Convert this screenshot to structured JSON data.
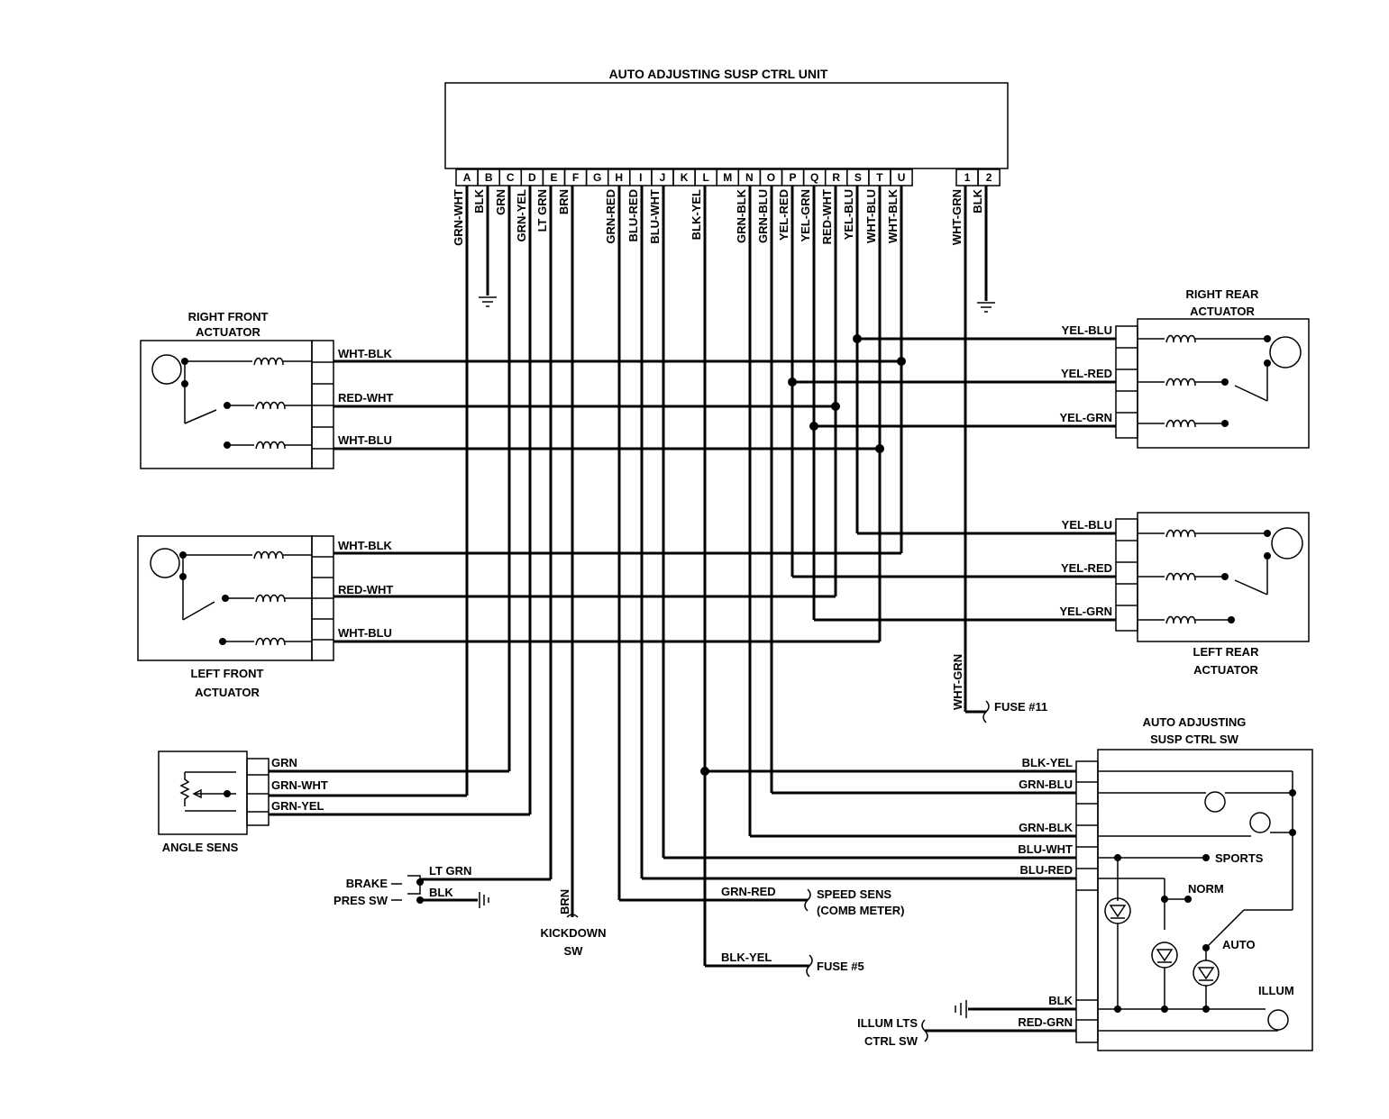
{
  "ecu": {
    "title": "AUTO ADJUSTING SUSP CTRL UNIT",
    "pins": [
      {
        "pin": "A",
        "wire": "GRN-WHT"
      },
      {
        "pin": "B",
        "wire": "BLK"
      },
      {
        "pin": "C",
        "wire": "GRN"
      },
      {
        "pin": "D",
        "wire": "GRN-YEL"
      },
      {
        "pin": "E",
        "wire": "LT GRN"
      },
      {
        "pin": "F",
        "wire": "BRN"
      },
      {
        "pin": "G",
        "wire": ""
      },
      {
        "pin": "H",
        "wire": "GRN-RED"
      },
      {
        "pin": "I",
        "wire": "BLU-RED"
      },
      {
        "pin": "J",
        "wire": "BLU-WHT"
      },
      {
        "pin": "K",
        "wire": "BLK-YEL"
      },
      {
        "pin": "L",
        "wire": ""
      },
      {
        "pin": "M",
        "wire": "GRN-BLK"
      },
      {
        "pin": "N",
        "wire": "GRN-BLU"
      },
      {
        "pin": "O",
        "wire": "YEL-RED"
      },
      {
        "pin": "P",
        "wire": "YEL-GRN"
      },
      {
        "pin": "Q",
        "wire": "RED-WHT"
      },
      {
        "pin": "R",
        "wire": "YEL-BLU"
      },
      {
        "pin": "S",
        "wire": "WHT-BLU"
      },
      {
        "pin": "T",
        "wire": "WHT-BLK"
      },
      {
        "pin": "U",
        "wire": ""
      }
    ],
    "aux_pins": [
      {
        "pin": "1",
        "wire": "WHT-GRN"
      },
      {
        "pin": "2",
        "wire": "BLK"
      }
    ]
  },
  "components": {
    "right_front": {
      "title1": "RIGHT FRONT",
      "title2": "ACTUATOR",
      "w1": "WHT-BLK",
      "w2": "RED-WHT",
      "w3": "WHT-BLU"
    },
    "left_front": {
      "title1": "LEFT FRONT",
      "title2": "ACTUATOR",
      "w1": "WHT-BLK",
      "w2": "RED-WHT",
      "w3": "WHT-BLU"
    },
    "right_rear": {
      "title1": "RIGHT REAR",
      "title2": "ACTUATOR",
      "w1": "YEL-BLU",
      "w2": "YEL-RED",
      "w3": "YEL-GRN"
    },
    "left_rear": {
      "title1": "LEFT REAR",
      "title2": "ACTUATOR",
      "w1": "YEL-BLU",
      "w2": "YEL-RED",
      "w3": "YEL-GRN"
    },
    "angle_sens": {
      "title": "ANGLE SENS",
      "w1": "GRN",
      "w2": "GRN-WHT",
      "w3": "GRN-YEL"
    },
    "brake": {
      "title1": "BRAKE",
      "title2": "PRES SW",
      "w1": "LT GRN",
      "w2": "BLK"
    },
    "kickdown": {
      "title1": "KICKDOWN",
      "title2": "SW",
      "wire": "BRN"
    },
    "speed_sens": {
      "title1": "SPEED SENS",
      "title2": "(COMB METER)",
      "wire": "GRN-RED"
    },
    "fuse5": {
      "label": "FUSE #5",
      "wire": "BLK-YEL"
    },
    "fuse11": {
      "label": "FUSE #11",
      "wire": "WHT-GRN"
    },
    "ctrl_sw": {
      "title1": "AUTO ADJUSTING",
      "title2": "SUSP CTRL SW",
      "wires": [
        "BLK-YEL",
        "GRN-BLU",
        "GRN-BLK",
        "BLU-WHT",
        "BLU-RED",
        "BLK",
        "RED-GRN"
      ],
      "sports": "SPORTS",
      "norm": "NORM",
      "auto": "AUTO",
      "illum": "ILLUM"
    },
    "illum_lts": {
      "title1": "ILLUM LTS",
      "title2": "CTRL SW"
    }
  }
}
